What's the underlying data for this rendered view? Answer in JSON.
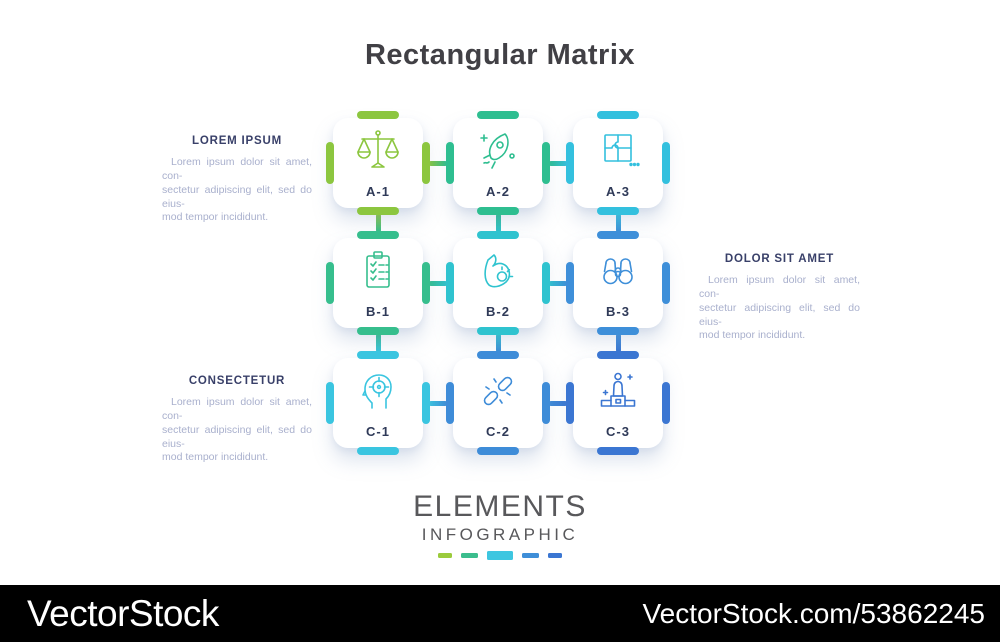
{
  "title": "Rectangular Matrix",
  "cards": [
    {
      "label": "A-1",
      "icon": "scales-icon",
      "color": "#8CC63F"
    },
    {
      "label": "A-2",
      "icon": "rocket-icon",
      "color": "#2EBE90"
    },
    {
      "label": "A-3",
      "icon": "puzzle-icon",
      "color": "#33C0DE"
    },
    {
      "label": "B-1",
      "icon": "checklist-icon",
      "color": "#36BE8D"
    },
    {
      "label": "B-2",
      "icon": "muscle-icon",
      "color": "#2FC3CF"
    },
    {
      "label": "B-3",
      "icon": "binoculars-icon",
      "color": "#3E8FD9"
    },
    {
      "label": "C-1",
      "icon": "head-target-icon",
      "color": "#3AC5E0"
    },
    {
      "label": "C-2",
      "icon": "broken-chain-icon",
      "color": "#3E8CD8"
    },
    {
      "label": "C-3",
      "icon": "winner-podium-icon",
      "color": "#3B76D2"
    }
  ],
  "sections": [
    {
      "heading": "LOREM IPSUM",
      "line1": "Lorem ipsum dolor sit amet, con-",
      "line2": "sectetur adipiscing elit, sed do eius-",
      "line3": "mod tempor incididunt."
    },
    {
      "heading": "DOLOR SIT AMET",
      "line1": "Lorem ipsum dolor sit amet, con-",
      "line2": "sectetur adipiscing elit, sed do eius-",
      "line3": "mod tempor incididunt."
    },
    {
      "heading": "CONSECTETUR",
      "line1": "Lorem ipsum dolor sit amet, con-",
      "line2": "sectetur adipiscing elit, sed do eius-",
      "line3": "mod tempor incididunt."
    }
  ],
  "logo": {
    "name": "ELEMENTS",
    "subtitle": "INFOGRAPHIC",
    "dash_colors": [
      "#9BCB3C",
      "#3BBD8D",
      "#3EC6E0",
      "#3E8ED8",
      "#3B76D2"
    ]
  },
  "watermark": {
    "brand": "VectorStock",
    "url": "VectorStock.com/53862245"
  }
}
